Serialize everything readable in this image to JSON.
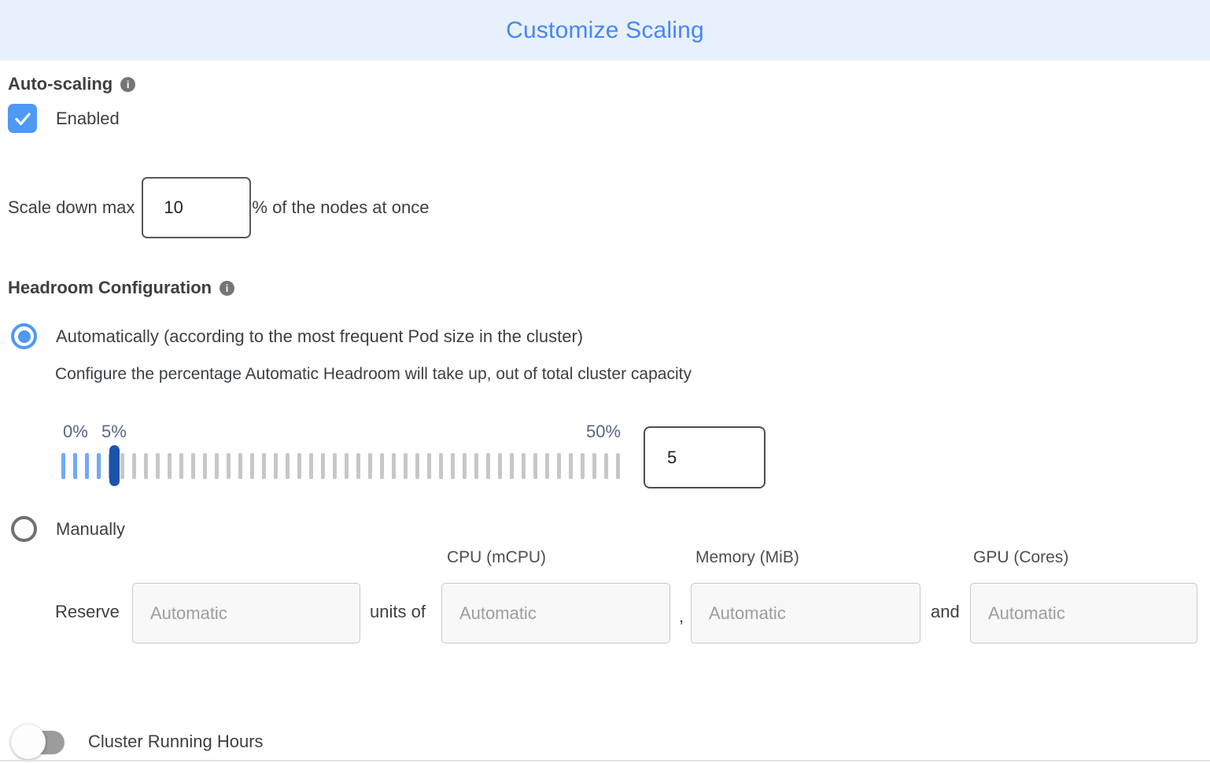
{
  "header": {
    "title": "Customize Scaling"
  },
  "auto_scaling": {
    "section_label": "Auto-scaling",
    "checkbox_label": "Enabled",
    "checkbox_checked": true,
    "scale_down_prefix": "Scale down max",
    "scale_down_value": "10",
    "scale_down_suffix": "% of the nodes at once"
  },
  "headroom": {
    "section_label": "Headroom Configuration",
    "automatic_option_label": "Automatically (according to the most frequent Pod size in the cluster)",
    "automatic_description": "Configure the percentage Automatic Headroom will take up, out of total cluster capacity",
    "slider": {
      "min_label": "0%",
      "current_label": "5%",
      "max_label": "50%",
      "value": "5",
      "total_ticks": 48,
      "active_ticks": 5
    },
    "manual_option_label": "Manually",
    "manual_columns": {
      "cpu": "CPU (mCPU)",
      "memory": "Memory (MiB)",
      "gpu": "GPU (Cores)"
    },
    "reserve_label": "Reserve",
    "units_of_label": "units of",
    "comma_separator": ",",
    "and_separator": "and",
    "input_placeholder": "Automatic"
  },
  "cluster_running_hours": {
    "label": "Cluster Running Hours",
    "enabled": false
  },
  "colors": {
    "header_bg": "#E8F0FC",
    "title_blue": "#4587F5",
    "accent_blue": "#4D99F4",
    "slider_tick_active": "#70A9F8",
    "slider_tick_inactive": "#C7C7C7",
    "slider_handle": "#1D52AB",
    "slider_label": "#55658C",
    "toggle_track_off": "#9C9C9C"
  }
}
